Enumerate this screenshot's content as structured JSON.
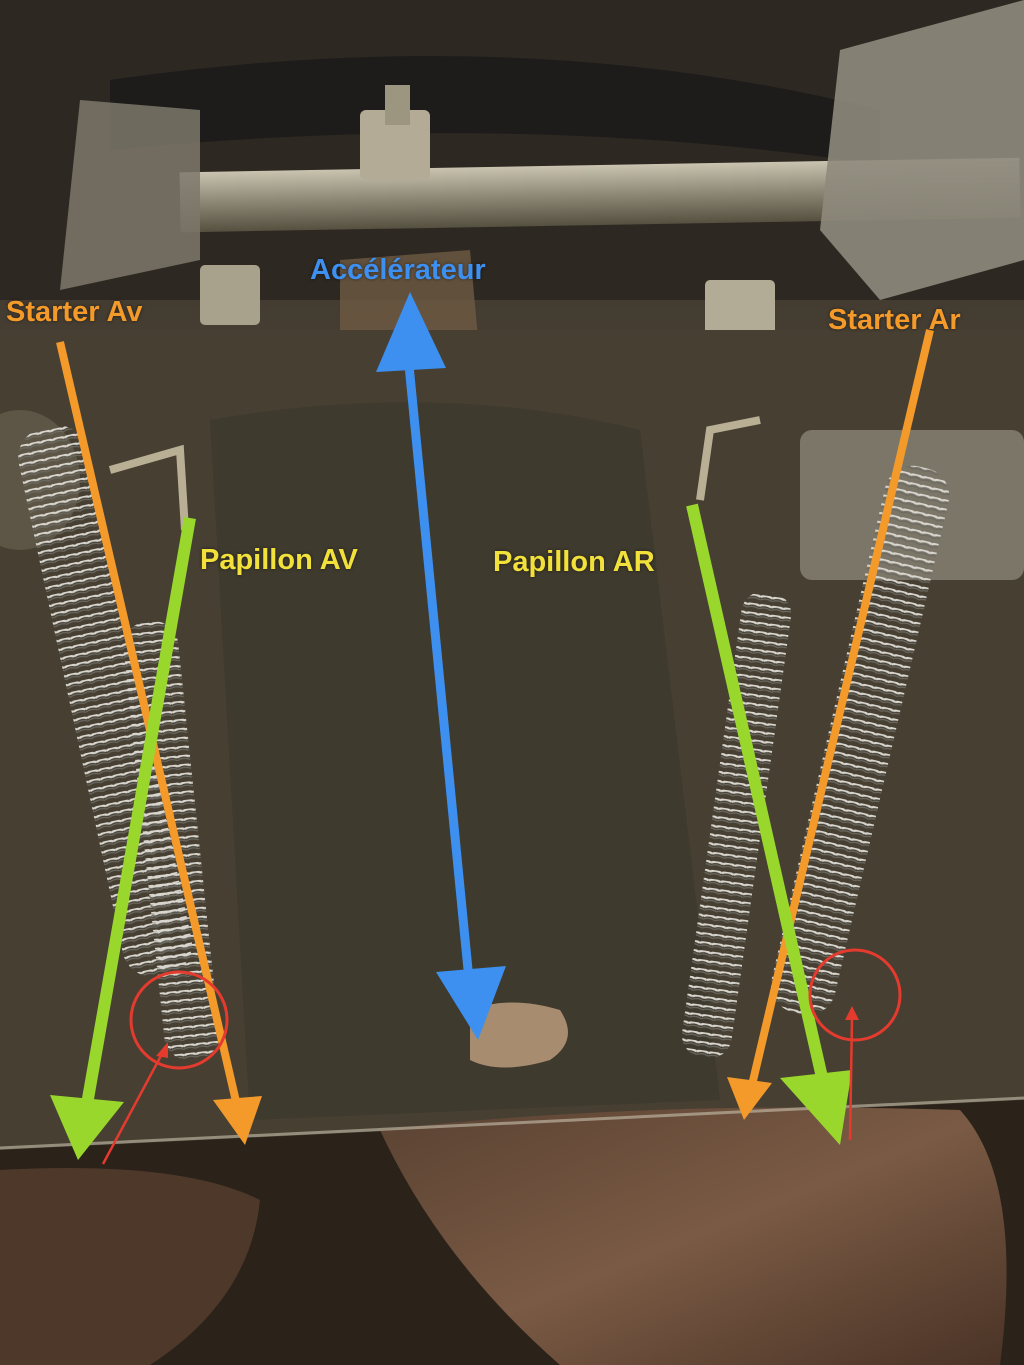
{
  "labels": {
    "starter_av": "Starter Av",
    "starter_ar": "Starter Ar",
    "accelerateur": "Accélérateur",
    "papillon_av": "Papillon AV",
    "papillon_ar": "Papillon AR"
  },
  "colors": {
    "starter": "#f39a2a",
    "accelerateur": "#3d8ff0",
    "papillon_label": "#f2e13a",
    "papillon_arrow": "#9ad72c",
    "marker": "#e53b2e"
  }
}
